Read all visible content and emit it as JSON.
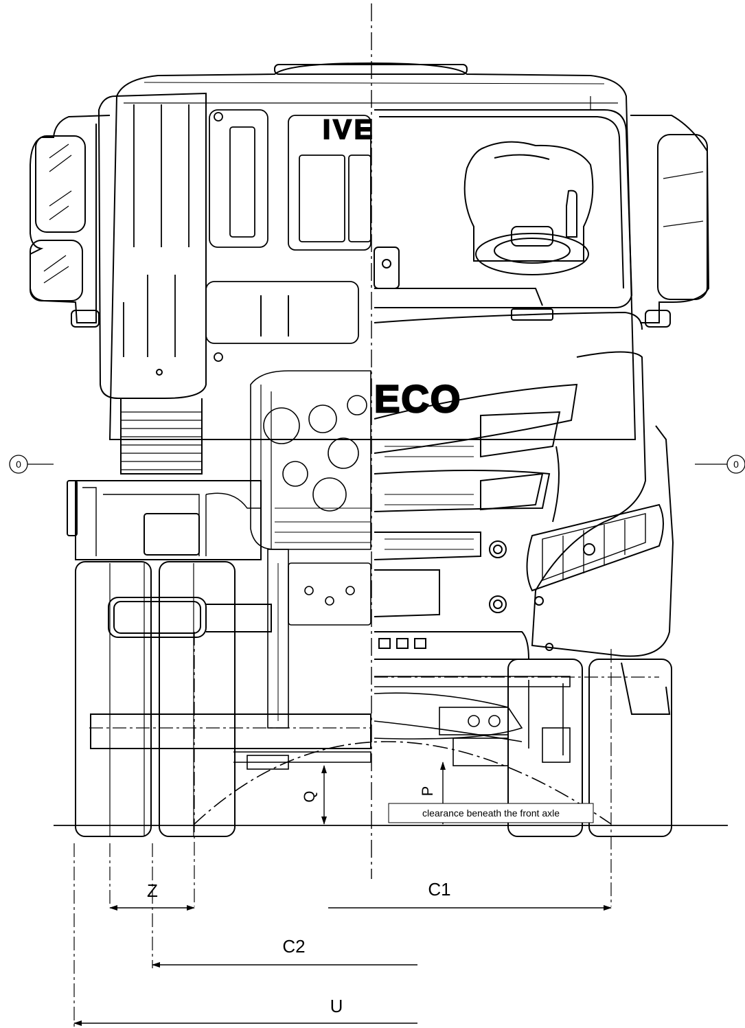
{
  "brand": {
    "grille_text": "IVE",
    "badge_text": "ECO"
  },
  "labels": {
    "zero_left": "0",
    "zero_right": "0",
    "q": "Q",
    "p": "P",
    "clearance_note": "clearance beneath the front axle",
    "z": "Z",
    "c1": "C1",
    "c2": "C2",
    "u": "U"
  },
  "colors": {
    "line": "#000000",
    "background": "#ffffff"
  }
}
